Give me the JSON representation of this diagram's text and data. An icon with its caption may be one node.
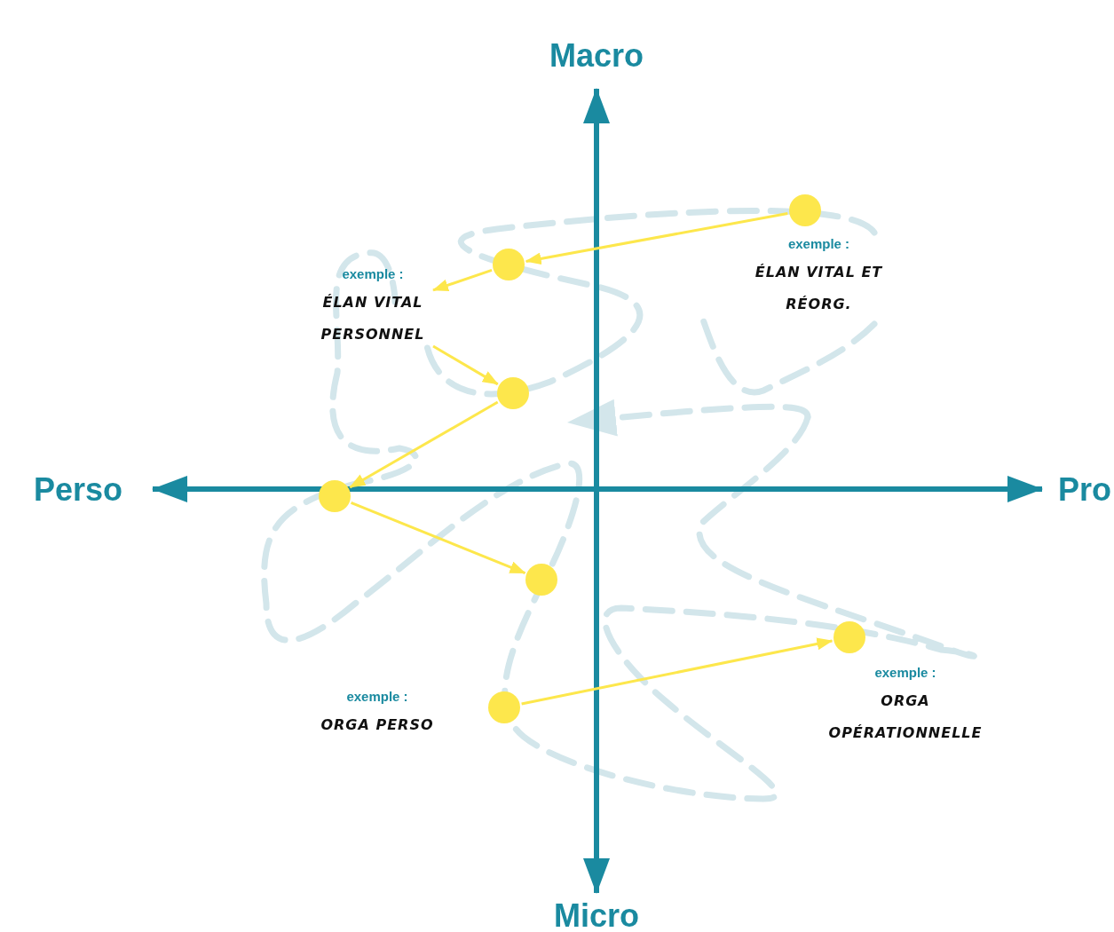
{
  "diagram": {
    "nodes": [
      {
        "text": [],
        "shape": "circle",
        "beside": [
          "exemple :",
          "ÉLAN VITAL ET RÉORG."
        ]
      },
      {
        "text": [],
        "shape": "circle"
      },
      {
        "text": [
          "exemple :",
          "ÉLAN VITAL PERSONNEL"
        ]
      },
      {
        "text": [],
        "shape": "circle"
      },
      {
        "text": [],
        "shape": "circle"
      },
      {
        "text": [],
        "shape": "circle"
      },
      {
        "text": [],
        "shape": "circle",
        "beside": [
          "exemple :",
          "ORGA PERSO"
        ]
      },
      {
        "text": [],
        "shape": "circle",
        "beside": [
          "exemple :",
          "ORGA OPÉRATIONNELLE"
        ]
      }
    ],
    "edges": [
      {
        "from": 0,
        "to": 1,
        "arrow": "to"
      },
      {
        "from": 1,
        "to": 2,
        "arrow": "to"
      },
      {
        "from": 2,
        "to": 3,
        "arrow": "to"
      },
      {
        "from": 3,
        "to": 4,
        "arrow": "to"
      },
      {
        "from": 4,
        "to": 5,
        "arrow": "to"
      },
      {
        "from": 6,
        "to": 7,
        "arrow": "to"
      }
    ],
    "labels": [
      "Macro",
      "Perso",
      "Pro",
      "Micro"
    ]
  }
}
